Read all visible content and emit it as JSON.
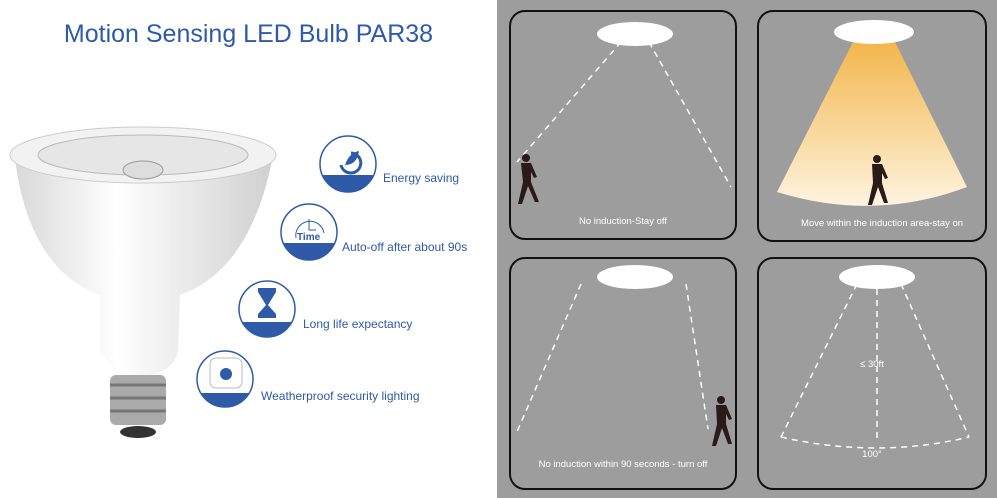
{
  "title": "Motion Sensing LED Bulb PAR38",
  "features": [
    {
      "icon": "leaf-icon",
      "label": "Energy saving"
    },
    {
      "icon": "timer-icon",
      "label": "Auto-off after about 90s",
      "icon_text": "Time"
    },
    {
      "icon": "hourglass-icon",
      "label": "Long life expectancy"
    },
    {
      "icon": "sensor-icon",
      "label": "Weatherproof security lighting"
    }
  ],
  "panels": [
    {
      "caption": "No induction-Stay off"
    },
    {
      "caption": "Move within the induction area-stay on"
    },
    {
      "caption": "No induction within 90 seconds - turn off"
    },
    {
      "caption": "",
      "distance": "≤ 30ft",
      "angle": "100°"
    }
  ],
  "colors": {
    "brand": "#2f5aa8",
    "background": "#9d9d9d"
  }
}
